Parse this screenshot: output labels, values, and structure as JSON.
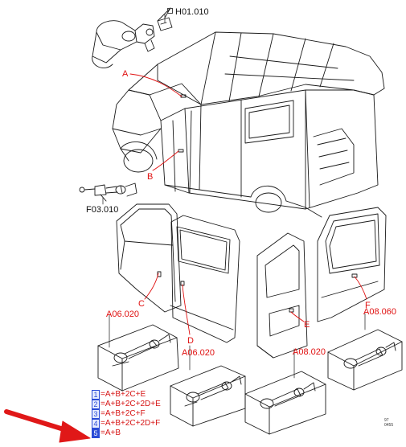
{
  "labels": {
    "top_ref": "H01.010",
    "left_ref": "F03.010",
    "lock_a": "A",
    "lock_b": "B",
    "lock_c": "C",
    "lock_d": "D",
    "lock_e": "E",
    "lock_f": "F",
    "ref_c": "A06.020",
    "ref_d": "A06.020",
    "ref_e": "A08.020",
    "ref_f": "A08.060"
  },
  "legend": [
    {
      "num": "1",
      "text": "=A+B+2C+E"
    },
    {
      "num": "2",
      "text": "=A+B+2C+2D+E"
    },
    {
      "num": "3",
      "text": "=A+B+2C+F"
    },
    {
      "num": "4",
      "text": "=A+B+2C+2D+F"
    },
    {
      "num": "5",
      "text": "=A+B"
    }
  ],
  "corner_code": "97\n0455",
  "colors": {
    "label_red": "#e01010",
    "legend_blue": "#2a4bd6",
    "arrow_red": "#e01818",
    "line": "#1a1a1a"
  }
}
